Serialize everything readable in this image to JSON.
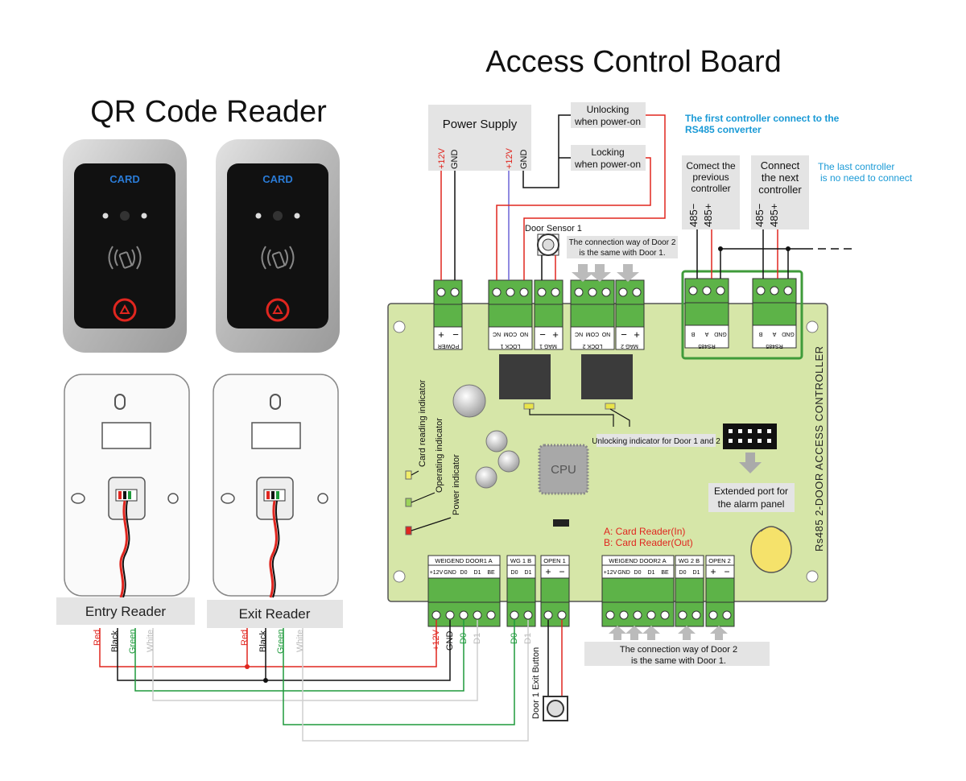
{
  "titles": {
    "board": "Access Control Board",
    "reader": "QR Code Reader"
  },
  "reader_face": {
    "card_text": "CARD"
  },
  "reader_labels": {
    "entry": "Entry Reader",
    "exit": "Exit Reader"
  },
  "wire_colors_labels": [
    "Red",
    "Black",
    "Green",
    "White"
  ],
  "power_supply": {
    "title": "Power Supply",
    "pins": [
      "+12V",
      "GND",
      "+12V",
      "GND"
    ]
  },
  "lock_modes": {
    "unlocking": [
      "Unlocking",
      "when power-on"
    ],
    "locking": [
      "Locking",
      "when power-on"
    ]
  },
  "door_sensor": "Door Sensor 1",
  "door2_note_top": [
    "The connection way of Door 2",
    "is the same with Door 1."
  ],
  "door2_note_bottom": [
    "The connection way of Door 2",
    "is the same with Door 1."
  ],
  "rs485": {
    "first_note": [
      "The first controller connect to the",
      "RS485 converter"
    ],
    "last_note": [
      "The last controller",
      "is no need to connect"
    ],
    "prev": [
      "Comect the",
      "previous",
      "controller"
    ],
    "next": [
      "Connect",
      "the next",
      "controller"
    ],
    "pins": [
      "485−",
      "485+"
    ],
    "block_label": "RS485",
    "block_pins": [
      "B",
      "A",
      "GND"
    ]
  },
  "board": {
    "side_title": "Rs485 2-DOOR ACCESS CONTROLLER",
    "cpu": "CPU",
    "top_blocks": [
      {
        "label": "POWER",
        "pins": [
          "+",
          "−"
        ]
      },
      {
        "label": "LOCK 1",
        "pins": [
          "NO",
          "COM",
          "NC"
        ]
      },
      {
        "label": "MAG 1",
        "pins": [
          "+",
          "−"
        ]
      },
      {
        "label": "LOCK 2",
        "pins": [
          "NO",
          "COM",
          "NC"
        ]
      },
      {
        "label": "MAG 2",
        "pins": [
          "+",
          "−"
        ]
      }
    ],
    "indicators": [
      "Card reading indicator",
      "Operating indicator",
      "Power indicator"
    ],
    "unlock_indicator": "Unlocking indicator for Door 1 and 2",
    "ext_port": [
      "Extended port for",
      "the alarm panel"
    ],
    "legend": [
      "A:  Card Reader(In)",
      "B:  Card Reader(Out)"
    ],
    "bottom_blocks": [
      {
        "label": "WEIGEND DOOR1  A",
        "pins": [
          "+12V",
          "GND",
          "D0",
          "D1",
          "BE"
        ]
      },
      {
        "label": "WG 1 B",
        "pins": [
          "D0",
          "D1"
        ]
      },
      {
        "label": "OPEN 1",
        "pins": [
          "+",
          "−"
        ]
      },
      {
        "label": "WEIGEND DOOR2  A",
        "pins": [
          "+12V",
          "GND",
          "D0",
          "D1",
          "BE"
        ]
      },
      {
        "label": "WG 2 B",
        "pins": [
          "D0",
          "D1"
        ]
      },
      {
        "label": "OPEN 2",
        "pins": [
          "+",
          "−"
        ]
      }
    ]
  },
  "bottom_wire_labels": [
    "+12V",
    "GND",
    "D0",
    "D1",
    "D0",
    "D1"
  ],
  "exit_button": "Door 1 Exit Button",
  "colors": {
    "board": "#d6e6a8",
    "terminal": "#5db348",
    "red": "#e0261f",
    "green": "#1f9a3c",
    "blue_note": "#1a9ad6",
    "label_bg": "#e4e4e4"
  }
}
